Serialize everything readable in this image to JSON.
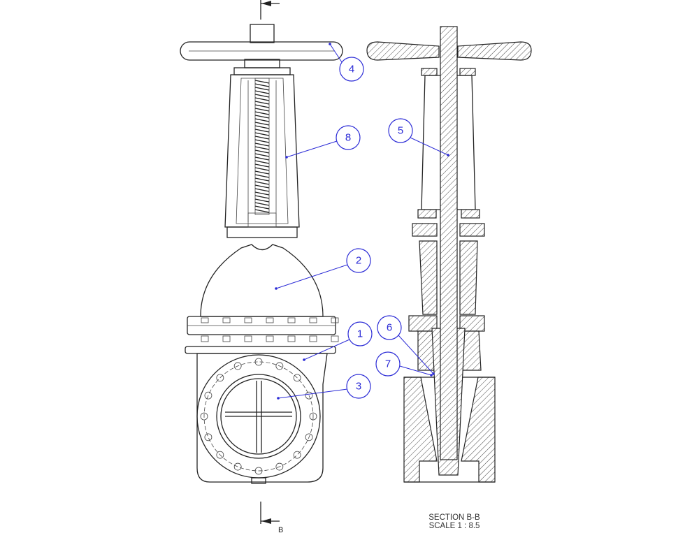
{
  "section_marker": {
    "letter": "B"
  },
  "section_caption": {
    "title": "SECTION B-B",
    "scale": "SCALE 1 : 8.5"
  },
  "balloons": [
    "4",
    "8",
    "5",
    "2",
    "1",
    "6",
    "7",
    "3"
  ],
  "colors": {
    "balloon": "#2b2bd6",
    "line": "#222222"
  }
}
